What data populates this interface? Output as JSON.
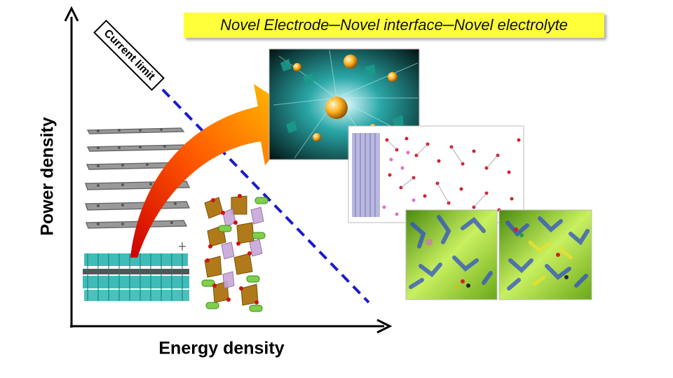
{
  "banner": {
    "text": "Novel Electrode─Novel interface─Novel electrolyte",
    "color": "#ffff3a"
  },
  "axes": {
    "y_label": "Power density",
    "x_label": "Energy density"
  },
  "limit": {
    "label": "Current limit",
    "line_color": "#1a1acc"
  },
  "arrow": {
    "gradient": [
      "#cc0000",
      "#ff6600",
      "#ffcc00"
    ]
  },
  "images": [
    {
      "name": "graphene-stack",
      "description_icon": "layered-graphene-icon"
    },
    {
      "name": "teal-layered-material",
      "description_icon": "layered-crystal-icon"
    },
    {
      "name": "olivine-crystal-structure",
      "description_icon": "polyhedra-crystal-icon"
    },
    {
      "name": "nanoparticle-burst",
      "description_icon": "nanoparticle-icon"
    },
    {
      "name": "electrode-electrolyte-interface",
      "description_icon": "interface-simulation-icon"
    },
    {
      "name": "electrolyte-simulation",
      "description_icon": "electrolyte-simulation-icon"
    }
  ]
}
